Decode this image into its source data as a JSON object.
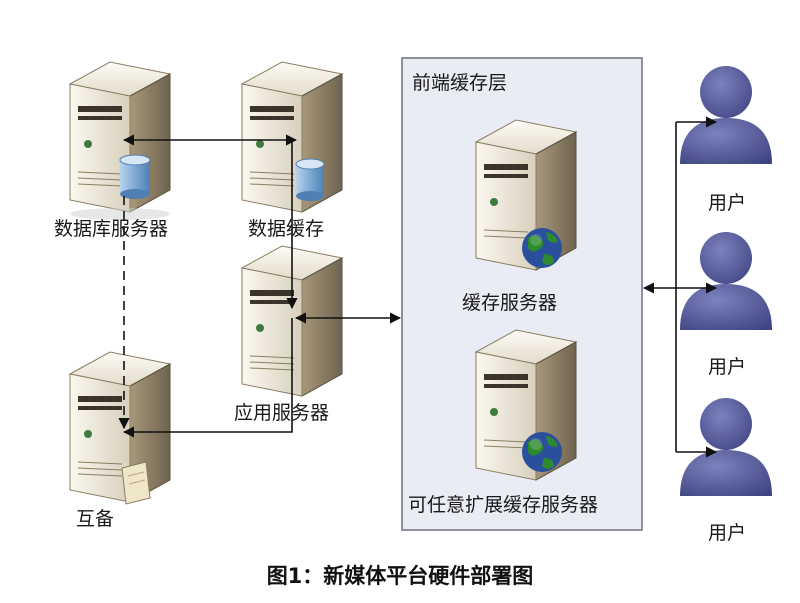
{
  "nodes": {
    "db_server": {
      "label": "数据库服务器",
      "icon": "server-database-icon"
    },
    "data_cache": {
      "label": "数据缓存",
      "icon": "server-database-icon"
    },
    "app_server": {
      "label": "应用服务器",
      "icon": "server-icon"
    },
    "backup": {
      "label": "互备",
      "icon": "server-document-icon"
    },
    "cache_server": {
      "label": "缓存服务器",
      "icon": "server-globe-icon"
    },
    "ext_cache_server": {
      "label": "可任意扩展缓存服务器",
      "icon": "server-globe-icon"
    }
  },
  "front_cache_layer": {
    "title": "前端缓存层"
  },
  "users": [
    {
      "label": "用户",
      "icon": "user-icon"
    },
    {
      "label": "用户",
      "icon": "user-icon"
    },
    {
      "label": "用户",
      "icon": "user-icon"
    }
  ],
  "caption": "图1：新媒体平台硬件部署图",
  "colors": {
    "server_body": "#ece6d8",
    "server_side": "#b3a587",
    "server_dark": "#3a342a",
    "layer_fill": "#e9ebf5",
    "layer_border": "#6c6f82",
    "user_fill": "#5a5f9c",
    "globe_green": "#2e8a2e",
    "globe_blue": "#2a4f9c",
    "db_fill": "#8fb6dc"
  }
}
